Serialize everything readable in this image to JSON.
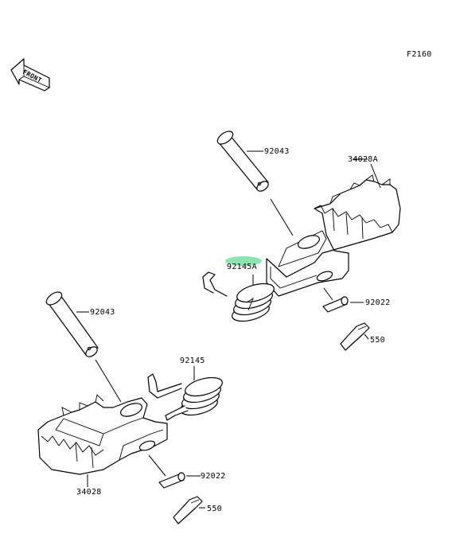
{
  "diagram": {
    "code": "F2160",
    "front_label": "FRONT",
    "highlight_color": "#7fe0a8",
    "parts": {
      "pin_right": "92043",
      "footpeg_right": "34028A",
      "spring_right": "92145A",
      "washer_right": "92022",
      "cotter_right": "550",
      "pin_left": "92043",
      "spring_left": "92145",
      "footpeg_left": "34028",
      "washer_left": "92022",
      "cotter_left": "550"
    }
  }
}
